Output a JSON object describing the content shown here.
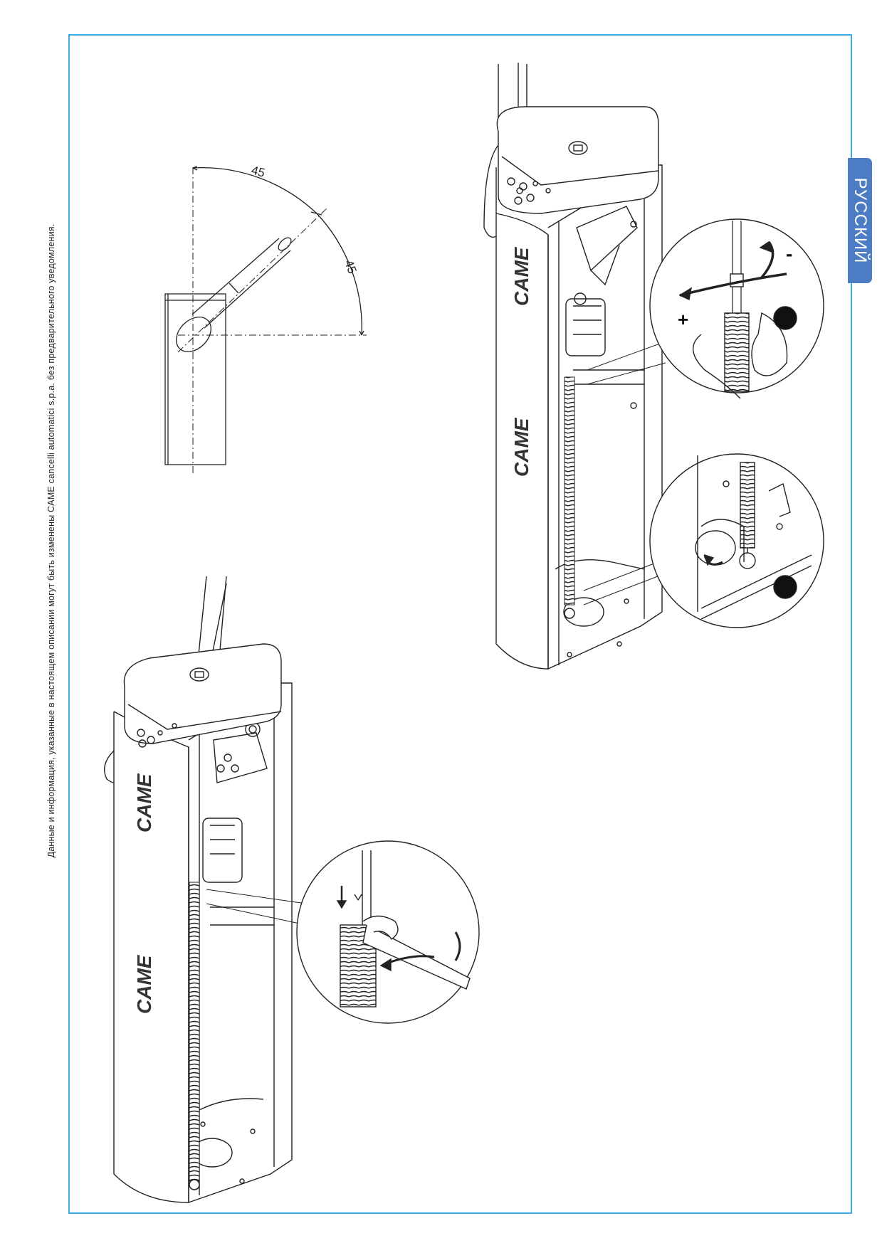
{
  "disclaimer": "Данные и информация, указанные в настоящем описании могут быть изменены CAME cancelli automatici s.p.a. без предварительного уведомления.",
  "language_tab": "РУССКИЙ",
  "diagram": {
    "angle_top": "45",
    "angle_bottom": "45",
    "plus_sign": "+",
    "minus_sign": "-",
    "brand": "CAME"
  },
  "colors": {
    "frame": "#3aaee0",
    "language_tab": "#4c7cc3"
  }
}
